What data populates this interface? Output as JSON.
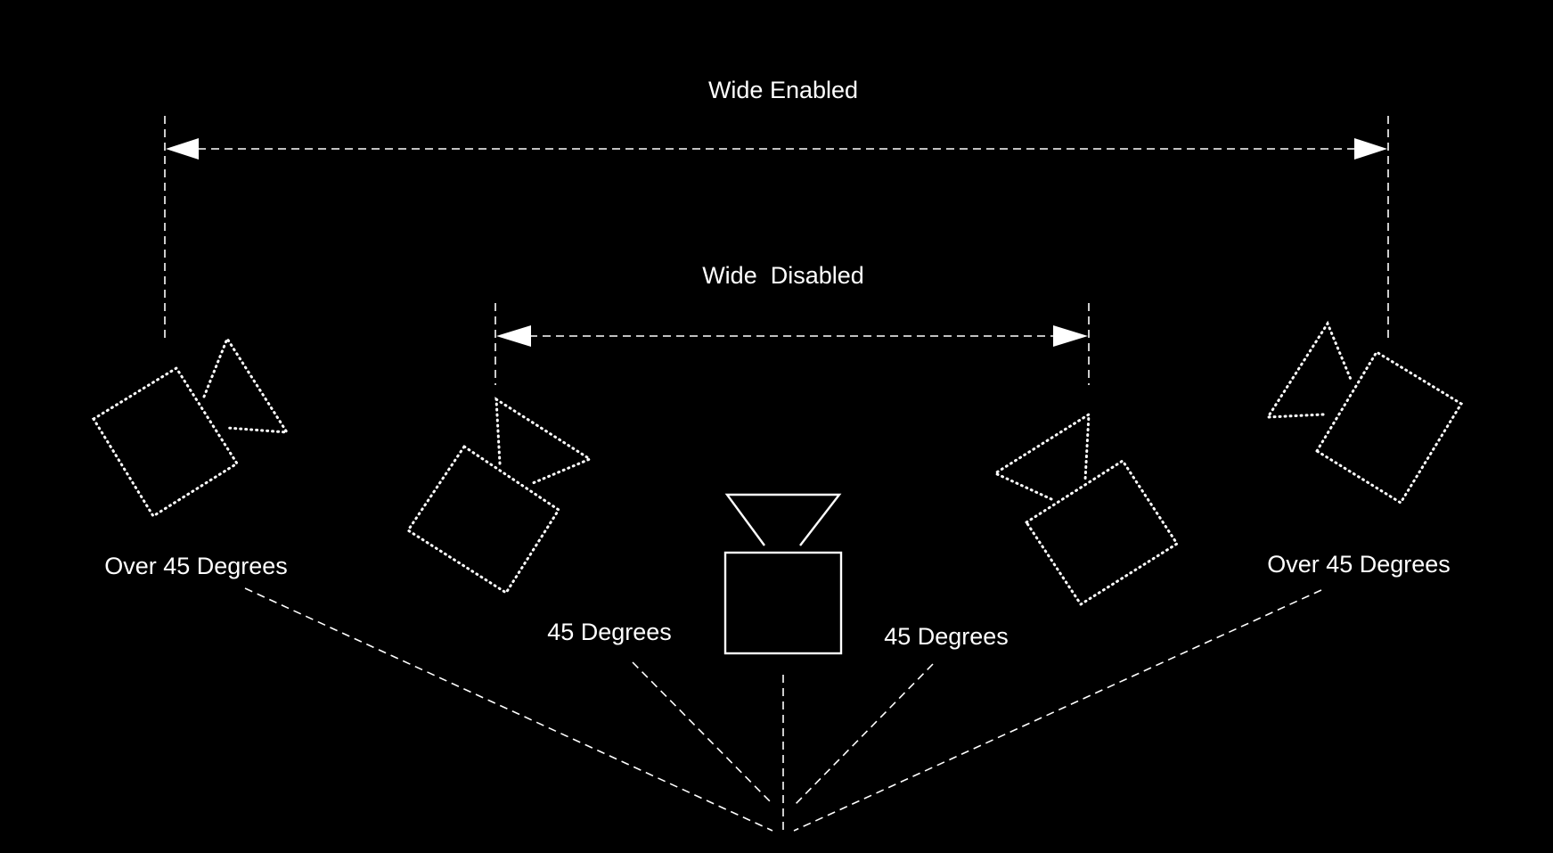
{
  "labels": {
    "wide_enabled": "Wide Enabled",
    "wide_disabled": "Wide  Disabled",
    "over45_left": "Over 45 Degrees",
    "over45_right": "Over 45 Degrees",
    "deg45_left": "45 Degrees",
    "deg45_right": "45 Degrees"
  },
  "colors": {
    "background": "#000000",
    "foreground": "#ffffff"
  },
  "speakers": [
    {
      "name": "center-speaker",
      "style": "solid"
    },
    {
      "name": "left-wide-speaker",
      "style": "dotted"
    },
    {
      "name": "left-speaker",
      "style": "dotted"
    },
    {
      "name": "right-speaker",
      "style": "dotted"
    },
    {
      "name": "right-wide-speaker",
      "style": "dotted"
    }
  ]
}
